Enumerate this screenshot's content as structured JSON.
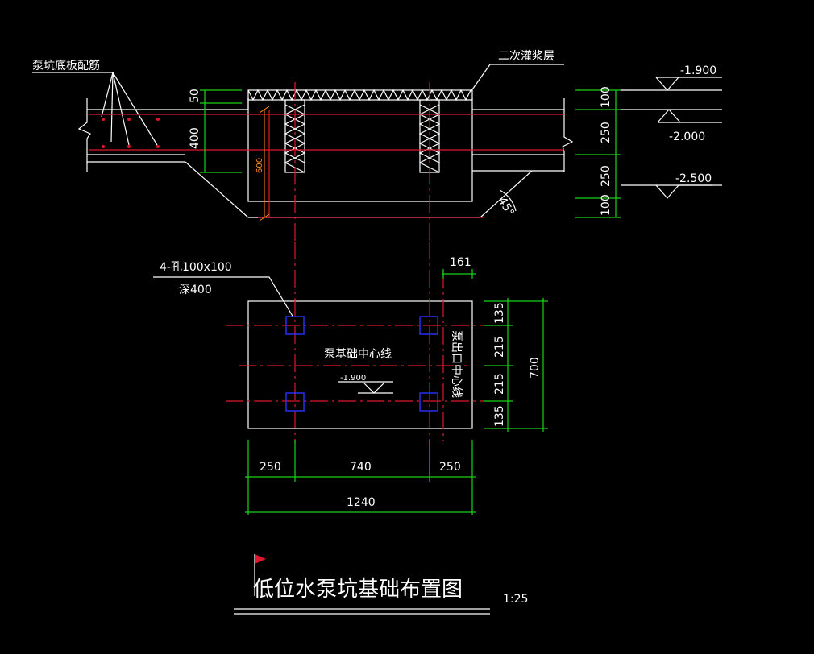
{
  "section": {
    "label_rebar": "泵坑底板配筋",
    "label_grout": "二次灌浆层",
    "dim_50": "50",
    "dim_400": "400",
    "dim_600": "600",
    "angle": "45°",
    "right_dims": [
      "100",
      "250",
      "250",
      "100"
    ]
  },
  "elevations": [
    "-1.900",
    "-2.000",
    "-2.500"
  ],
  "plan": {
    "hole_label": "4-孔100x100",
    "hole_depth": "深400",
    "dim_161": "161",
    "center_label": "泵基础中心线",
    "outlet_label": "泵出口中心线",
    "elevation": "-1.900",
    "right_dims": [
      "135",
      "215",
      "215",
      "135"
    ],
    "height": "700",
    "bottom_dims": [
      "250",
      "740",
      "250"
    ],
    "width": "1240"
  },
  "title": {
    "text": "低位水泵坑基础布置图",
    "scale": "1:25"
  },
  "colors": {
    "background": "#000000",
    "line": "#ffffff",
    "centerline": "#e0162b",
    "dimension": "#16d416",
    "hole": "#2a32ff",
    "accent": "#ff8a1c"
  }
}
